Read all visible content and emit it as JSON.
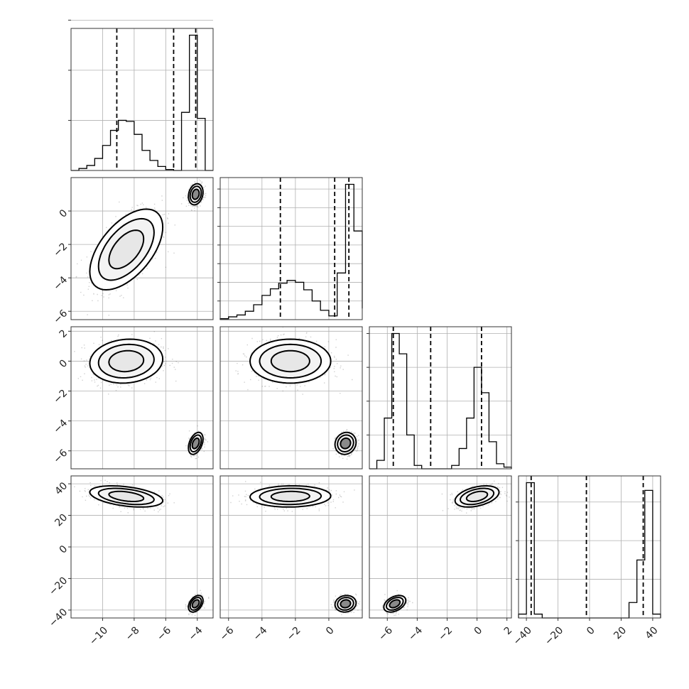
{
  "chart_data": {
    "type": "corner",
    "n_params": 4,
    "params": [
      {
        "range": [
          -12,
          -3
        ],
        "ticks": [
          -10,
          -8,
          -6,
          -4
        ],
        "tick_labels": [
          "−10",
          "−8",
          "−6",
          "−4"
        ],
        "quantiles": [
          -9.1,
          -5.5,
          -4.1
        ],
        "hist_edges": [
          -12,
          -11.5,
          -11,
          -10.5,
          -10,
          -9.5,
          -9,
          -8.5,
          -8,
          -7.5,
          -7,
          -6.5,
          -6,
          -5.5,
          -5,
          -4.5,
          -4,
          -3.5,
          -3
        ],
        "hist_counts": [
          0,
          0.02,
          0.05,
          0.12,
          0.25,
          0.4,
          0.5,
          0.49,
          0.36,
          0.2,
          0.1,
          0.04,
          0.01,
          0,
          0.58,
          1.35,
          0.52,
          0,
          0
        ],
        "hist_grid": [
          0.5,
          1.0,
          1.5
        ]
      },
      {
        "range": [
          -6.5,
          2
        ],
        "ticks": [
          -6,
          -4,
          -2,
          0
        ],
        "tick_labels": [
          "−6",
          "−4",
          "−2",
          "0"
        ],
        "quantiles": [
          -2.9,
          0.35,
          1.2
        ],
        "hist_edges": [
          -6.5,
          -6.0,
          -5.5,
          -5.0,
          -4.5,
          -4.0,
          -3.5,
          -3.0,
          -2.5,
          -2.0,
          -1.5,
          -1.0,
          -0.5,
          0.0,
          0.5,
          1.0,
          1.5,
          2.0
        ],
        "hist_counts": [
          0.01,
          0.03,
          0.05,
          0.09,
          0.16,
          0.26,
          0.33,
          0.39,
          0.42,
          0.4,
          0.32,
          0.2,
          0.1,
          0.04,
          0.5,
          1.45,
          0.95,
          0.12
        ],
        "hist_grid": [
          0.2,
          0.4,
          0.6,
          0.8,
          1.0,
          1.2,
          1.4
        ]
      },
      {
        "range": [
          -7.2,
          2.3
        ],
        "ticks": [
          -6,
          -4,
          -2,
          0,
          2
        ],
        "tick_labels": [
          "−6",
          "−4",
          "−2",
          "0",
          "2"
        ],
        "quantiles": [
          -5.6,
          -3.1,
          0.3
        ],
        "hist_edges": [
          -7.2,
          -6.7,
          -6.2,
          -5.7,
          -5.2,
          -4.7,
          -4.2,
          -3.7,
          -3.2,
          -2.7,
          -2.2,
          -1.7,
          -1.2,
          -0.7,
          -0.2,
          0.3,
          0.8,
          1.3,
          1.8,
          2.3
        ],
        "hist_counts": [
          0,
          0.05,
          0.3,
          0.8,
          0.68,
          0.2,
          0.02,
          0,
          0,
          0,
          0,
          0.02,
          0.12,
          0.3,
          0.6,
          0.45,
          0.16,
          0.03,
          0.01
        ],
        "hist_grid": [
          0.2,
          0.4,
          0.6,
          0.8
        ]
      },
      {
        "range": [
          -45,
          45
        ],
        "ticks": [
          -40,
          -20,
          0,
          20,
          40
        ],
        "tick_labels": [
          "−40",
          "−20",
          "0",
          "20",
          "40"
        ],
        "quantiles": [
          -37,
          -2,
          34
        ],
        "hist_edges": [
          -45,
          -40,
          -35,
          -30,
          -25,
          -20,
          -15,
          -10,
          -5,
          0,
          5,
          10,
          15,
          20,
          25,
          30,
          35,
          40,
          45
        ],
        "hist_counts": [
          0.05,
          1.75,
          0.05,
          0,
          0,
          0,
          0,
          0,
          0,
          0,
          0,
          0,
          0,
          0,
          0.2,
          0.75,
          1.65,
          0.05
        ],
        "hist_grid": [
          0.5,
          1.0,
          1.5
        ]
      }
    ],
    "scatter_modes": [
      [
        -8.5,
        -2.3,
        0.0,
        32.0
      ],
      [
        -4.1,
        1.0,
        -5.5,
        -36.0
      ]
    ],
    "scatter_sigmas": [
      [
        1.1,
        1.15,
        0.7,
        3.2
      ],
      [
        0.22,
        0.3,
        0.35,
        2.5
      ]
    ],
    "scatter_correlations": [
      {
        "pair": [
          0,
          1
        ],
        "rho": [
          0.55,
          0.2
        ]
      },
      {
        "pair": [
          0,
          2
        ],
        "rho": [
          0.1,
          0.4
        ]
      },
      {
        "pair": [
          0,
          3
        ],
        "rho": [
          -0.4,
          0.4
        ]
      },
      {
        "pair": [
          1,
          2
        ],
        "rho": [
          0.0,
          0.1
        ]
      },
      {
        "pair": [
          1,
          3
        ],
        "rho": [
          0.05,
          0.1
        ]
      },
      {
        "pair": [
          2,
          3
        ],
        "rho": [
          0.4,
          0.4
        ]
      }
    ],
    "mode_weights": [
      0.6,
      0.4
    ],
    "contour_sigma_levels": [
      1,
      1.6,
      2.1
    ],
    "grid": true,
    "legend": "none"
  }
}
